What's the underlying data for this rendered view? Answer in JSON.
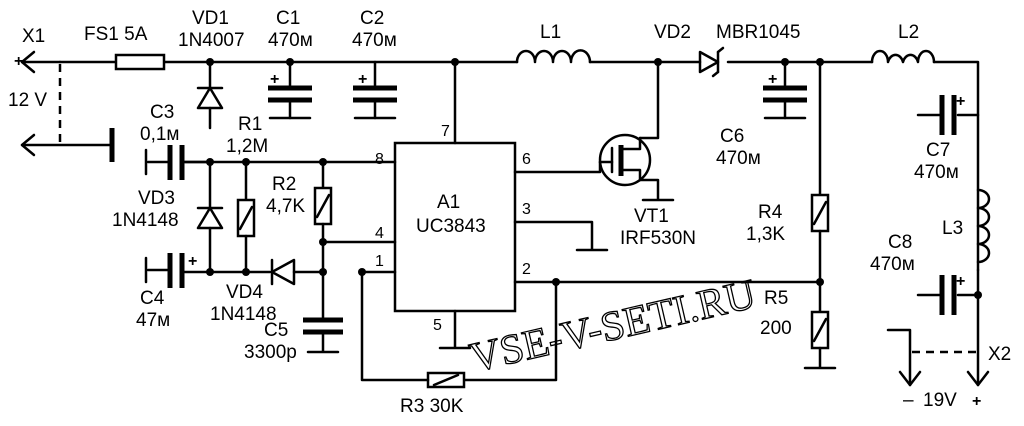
{
  "labels": {
    "x1": "X1",
    "x2": "X2",
    "v_in": "12 V",
    "v_out": "19V",
    "fs1": "FS1 5A",
    "vd1_ref": "VD1",
    "vd1_val": "1N4007",
    "c1_ref": "C1",
    "c1_val": "470м",
    "c2_ref": "C2",
    "c2_val": "470м",
    "c3_ref": "C3",
    "c3_val": "0,1м",
    "c4_ref": "C4",
    "c4_val": "47м",
    "c5_ref": "C5",
    "c5_val": "3300p",
    "c6_ref": "C6",
    "c6_val": "470м",
    "c7_ref": "C7",
    "c7_val": "470м",
    "c8_ref": "C8",
    "c8_val": "470м",
    "r1_ref": "R1",
    "r1_val": "1,2M",
    "r2_ref": "R2",
    "r2_val": "4,7K",
    "r3": "R3  30K",
    "r4_ref": "R4",
    "r4_val": "1,3K",
    "r5_ref": "R5",
    "r5_val": "200",
    "vd3_ref": "VD3",
    "vd3_val": "1N4148",
    "vd4_ref": "VD4",
    "vd4_val": "1N4148",
    "vd2_ref": "VD2",
    "vd2_val": "MBR1045",
    "vt1_ref": "VT1",
    "vt1_val": "IRF530N",
    "l1": "L1",
    "l2": "L2",
    "l3": "L3",
    "a1_ref": "A1",
    "a1_val": "UC3843",
    "pins": {
      "p1": "1",
      "p2": "2",
      "p3": "3",
      "p4": "4",
      "p5": "5",
      "p6": "6",
      "p7": "7",
      "p8": "8"
    },
    "plus": "+",
    "minus": "–",
    "watermark": "VSE-V-SETI.RU"
  }
}
